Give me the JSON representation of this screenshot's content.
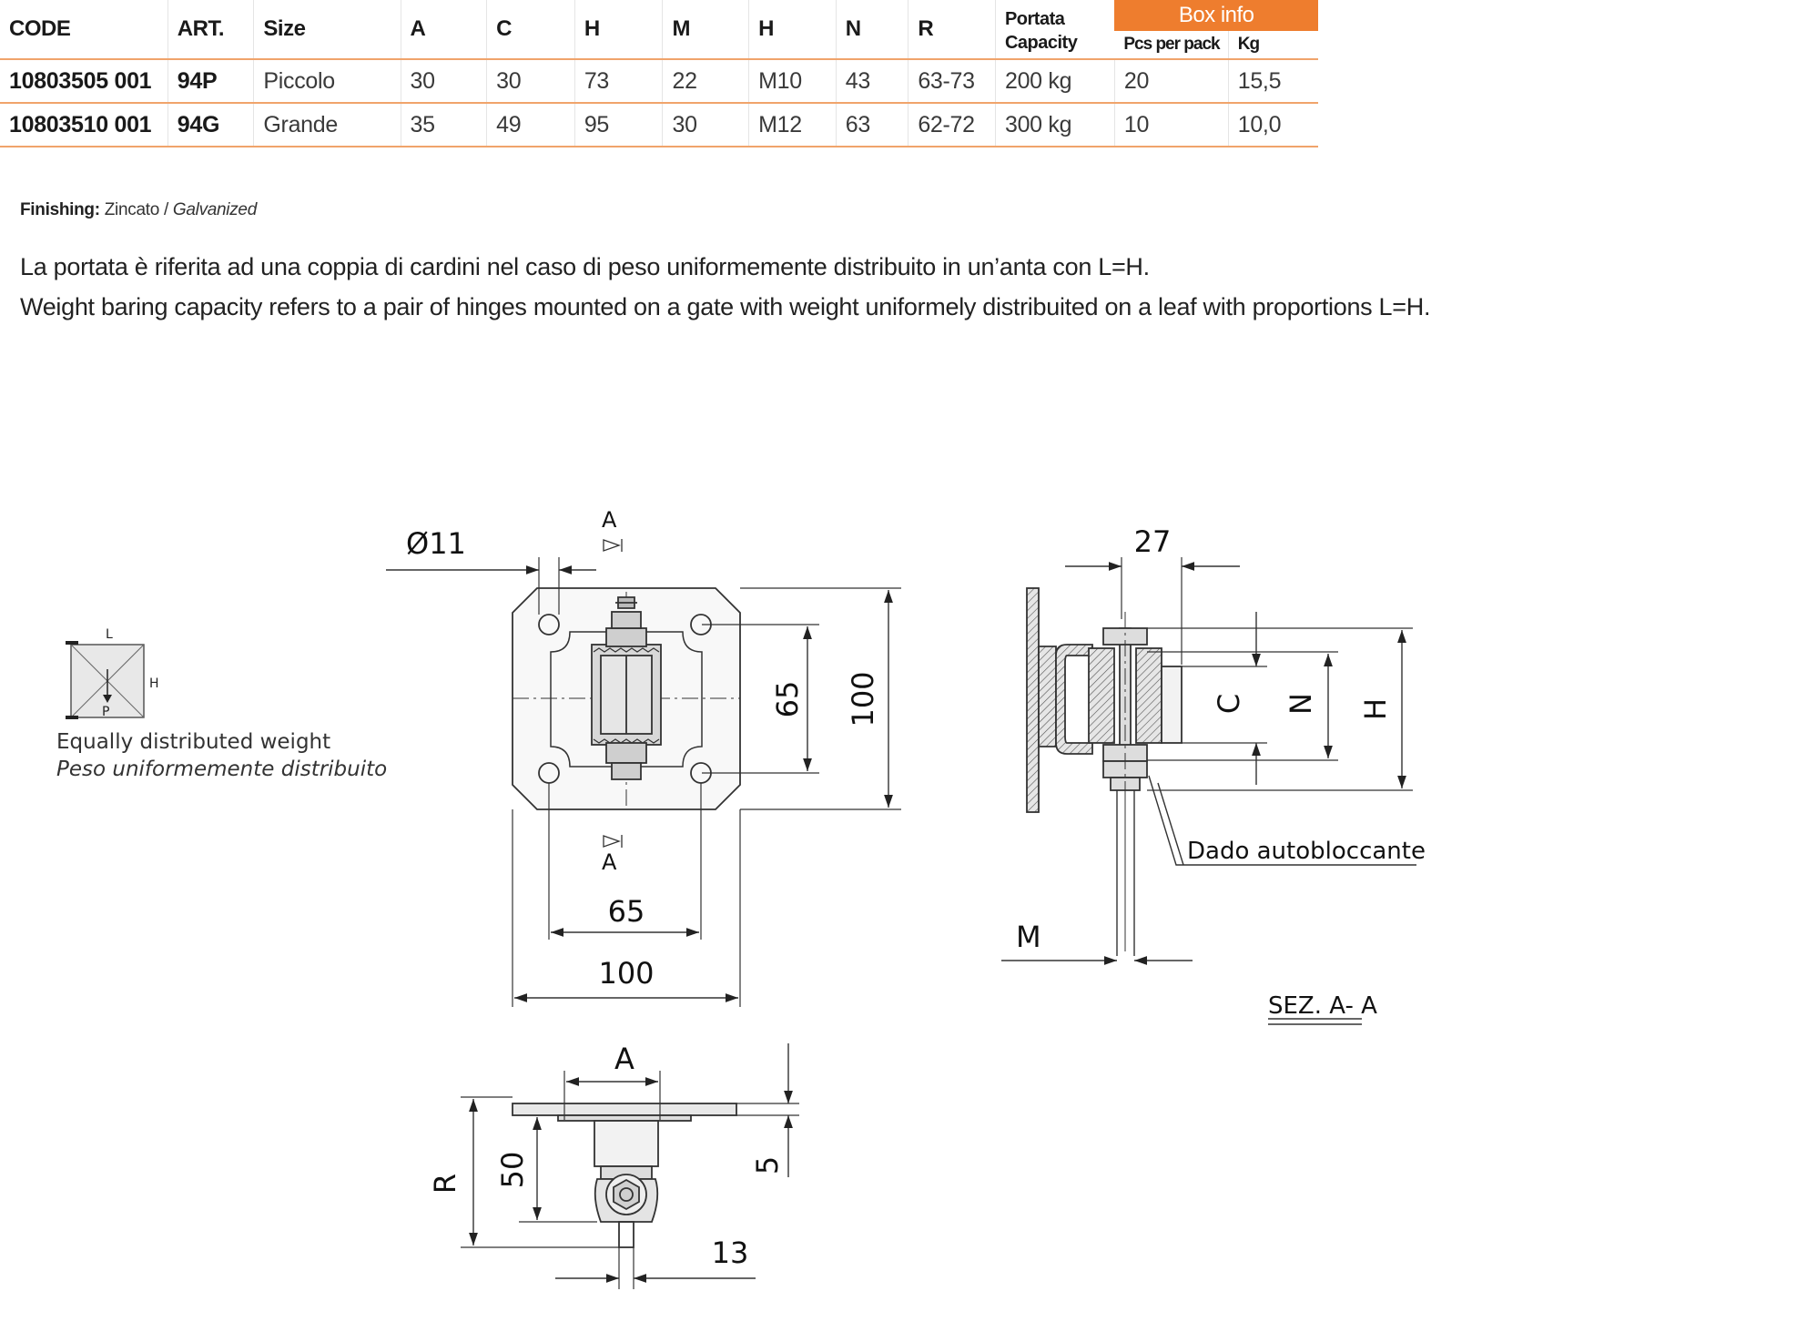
{
  "table": {
    "headers": {
      "code": "CODE",
      "art": "ART.",
      "size": "Size",
      "a": "A",
      "c": "C",
      "h1": "H",
      "m": "M",
      "h2": "H",
      "n": "N",
      "r": "R",
      "portata_line1": "Portata",
      "portata_line2": "Capacity",
      "box_info": "Box info",
      "pcs_per_pack": "Pcs per pack",
      "kg": "Kg"
    },
    "rows": [
      {
        "code": "10803505 001",
        "art": "94P",
        "size": "Piccolo",
        "a": "30",
        "c": "30",
        "h1": "73",
        "m": "22",
        "h2": "M10",
        "n": "43",
        "r": "63-73",
        "capacity": "200 kg",
        "pcs": "20",
        "kg": "15,5"
      },
      {
        "code": "10803510 001",
        "art": "94G",
        "size": "Grande",
        "a": "35",
        "c": "49",
        "h1": "95",
        "m": "30",
        "h2": "M12",
        "n": "63",
        "r": "62-72",
        "capacity": "300 kg",
        "pcs": "10",
        "kg": "10,0"
      }
    ]
  },
  "finishing": {
    "label": "Finishing:",
    "value_it": "Zincato",
    "separator": " / ",
    "value_en": "Galvanized"
  },
  "notes": {
    "it": "La portata è riferita ad una coppia di cardini nel caso di peso uniformemente distribuito in un’anta con L=H.",
    "en": "Weight baring capacity refers to a pair of hinges mounted on a gate with weight uniformely distribuited on a leaf with proportions L=H."
  },
  "weight_legend": {
    "label_l": "L",
    "label_h": "H",
    "label_p": "P",
    "text_en": "Equally distributed weight",
    "text_it": "Peso uniformemente distribuito"
  },
  "front_view": {
    "dia": "Ø11",
    "section_mark": "A",
    "section_mark_bottom": "A",
    "dim_inner_v": "65",
    "dim_outer_v": "100",
    "dim_inner_h": "65",
    "dim_outer_h": "100"
  },
  "section_view": {
    "dim_top": "27",
    "dim_c": "C",
    "dim_n": "N",
    "dim_h": "H",
    "dim_m": "M",
    "callout": "Dado autobloccante",
    "title": "SEZ. A- A"
  },
  "bottom_view": {
    "dim_a": "A",
    "dim_r": "R",
    "dim_50": "50",
    "dim_5": "5",
    "dim_13": "13"
  },
  "colors": {
    "accent_orange": "#ee7d2e",
    "rule_orange": "#f0a46b",
    "text_dark": "#1a1a1a",
    "drawing_stroke": "#333333",
    "part_fill": "#d9d9d9"
  }
}
